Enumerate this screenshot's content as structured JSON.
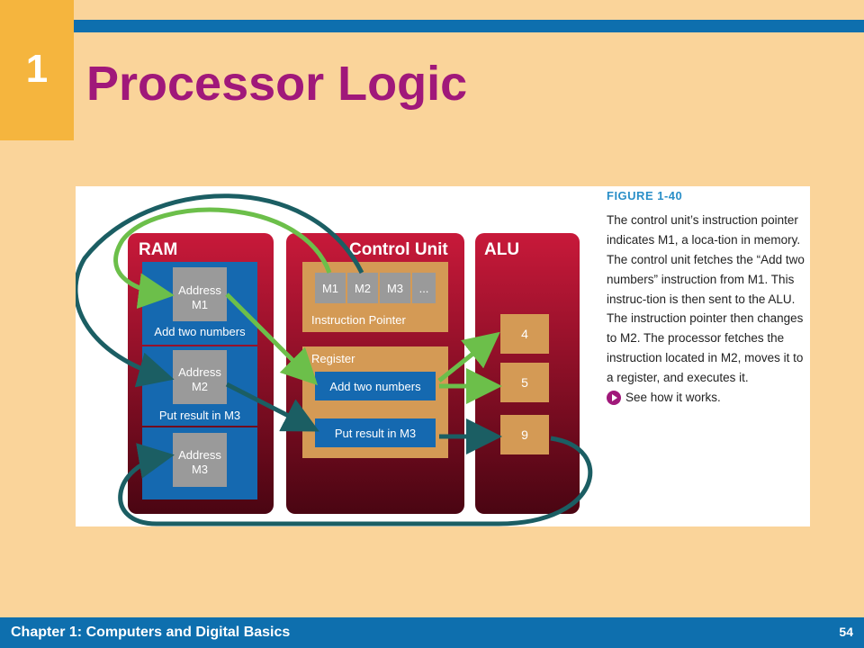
{
  "chapter_number": "1",
  "title": "Processor Logic",
  "figure": {
    "ram": {
      "label": "RAM",
      "cells": [
        {
          "address": "Address",
          "id": "M1",
          "content": "Add two numbers"
        },
        {
          "address": "Address",
          "id": "M2",
          "content": "Put result in M3"
        },
        {
          "address": "Address",
          "id": "M3",
          "content": ""
        }
      ]
    },
    "control_unit": {
      "label": "Control Unit",
      "pointer_slots": [
        "M1",
        "M2",
        "M3",
        "..."
      ],
      "pointer_label": "Instruction Pointer",
      "register_label": "Register",
      "register_items": [
        "Add two numbers",
        "Put result in M3"
      ]
    },
    "alu": {
      "label": "ALU",
      "values": [
        "4",
        "5",
        "9"
      ]
    },
    "caption": {
      "label": "FIGURE 1-40",
      "text": "The control unit’s instruction pointer indicates M1, a loca-tion in memory. The control unit fetches the “Add two numbers” instruction from M1. This instruc-tion is then sent to the ALU. The instruction pointer then changes to M2. The processor fetches the instruction located in M2, moves it to a register, and executes it.",
      "link": "See how it works."
    }
  },
  "footer": {
    "chapter_title": "Chapter 1: Computers and Digital Basics",
    "page_number": "54"
  },
  "colors": {
    "title": "#A0187A",
    "bars": "#0E6FAE",
    "background": "#FAD49A",
    "panel_red": "#B0102A",
    "green_arrow": "#6CBF4A",
    "teal_arrow": "#1B5E63"
  }
}
